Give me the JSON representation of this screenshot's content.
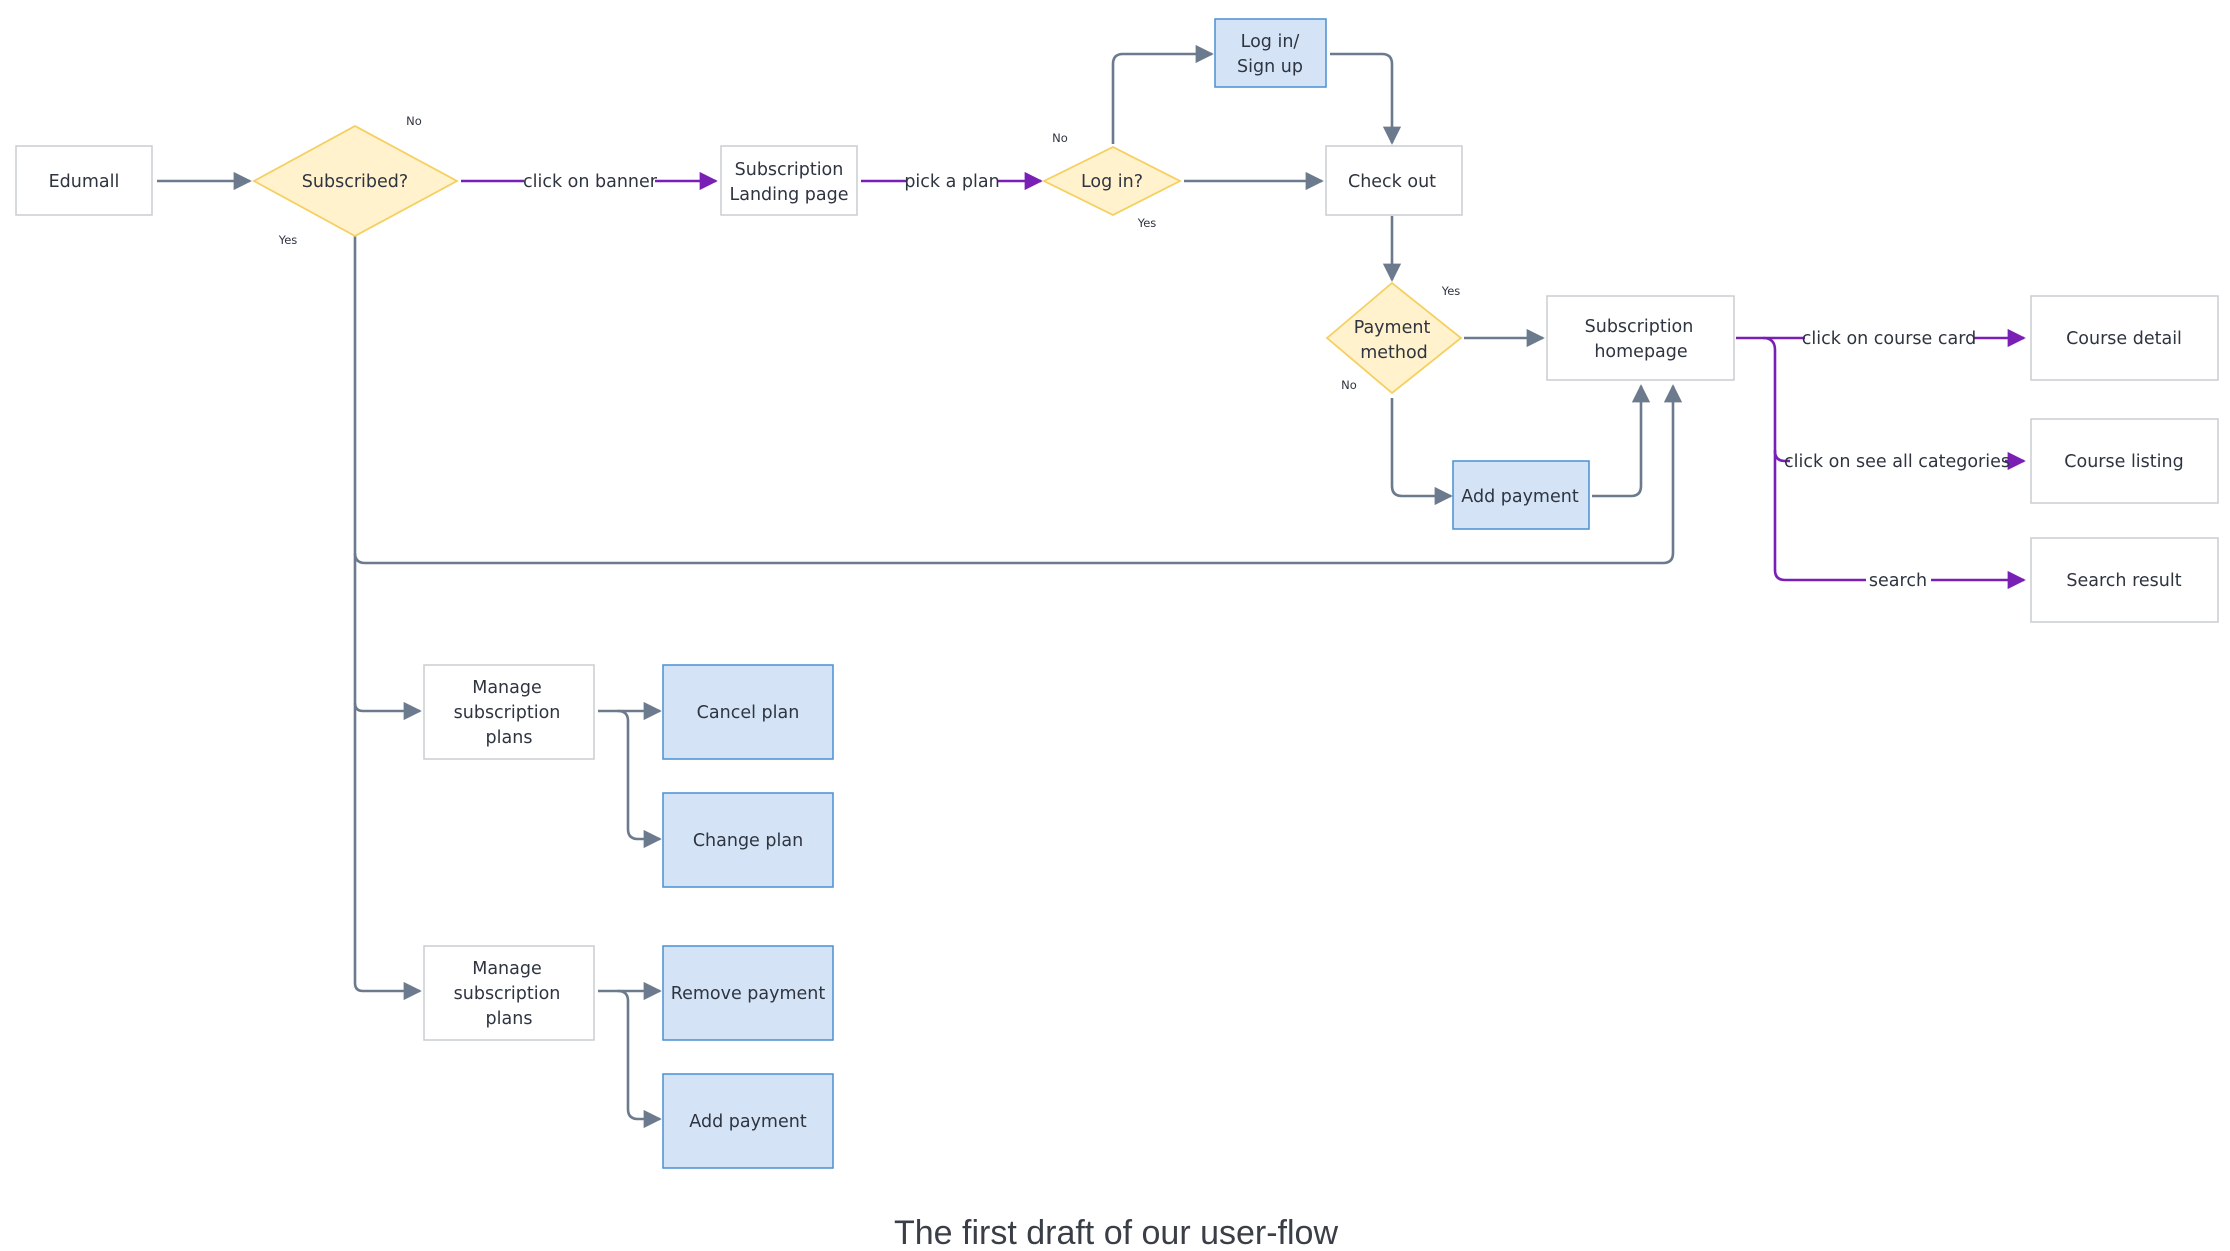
{
  "nodes": {
    "edumall": "Edumall",
    "subscribed": "Subscribed?",
    "landing": [
      "Subscription",
      "Landing page"
    ],
    "login_q": "Log in?",
    "login_signup": [
      "Log in/",
      "Sign up"
    ],
    "checkout": "Check out",
    "payment_method": [
      "Payment",
      "method"
    ],
    "sub_home": [
      "Subscription",
      "homepage"
    ],
    "add_payment_top": "Add payment",
    "course_detail": "Course detail",
    "course_listing": "Course listing",
    "search_result": "Search result",
    "manage_1": [
      "Manage",
      "subscription",
      "plans"
    ],
    "cancel_plan": "Cancel plan",
    "change_plan": "Change plan",
    "manage_2": [
      "Manage",
      "subscription",
      "plans"
    ],
    "remove_payment": "Remove payment",
    "add_payment_bottom": "Add payment"
  },
  "edge_labels": {
    "click_banner": "click on banner",
    "pick_plan": "pick a plan",
    "click_course_card": "click on course card",
    "see_all_categories": "click on see all categories",
    "search": "search"
  },
  "branch_labels": {
    "subscribed_no": "No",
    "subscribed_yes": "Yes",
    "login_no": "No",
    "login_yes": "Yes",
    "payment_yes": "Yes",
    "payment_no": "No"
  },
  "caption": "The first draft of our user-flow",
  "colors": {
    "gray_edge": "#6b7a8c",
    "purple_edge": "#7a1fb5",
    "decision_fill": "#fff2cc",
    "decision_stroke": "#f5cf60",
    "action_fill": "#d4e4f6",
    "action_stroke": "#4a8fd4",
    "plain_stroke": "#c9cdd2"
  }
}
